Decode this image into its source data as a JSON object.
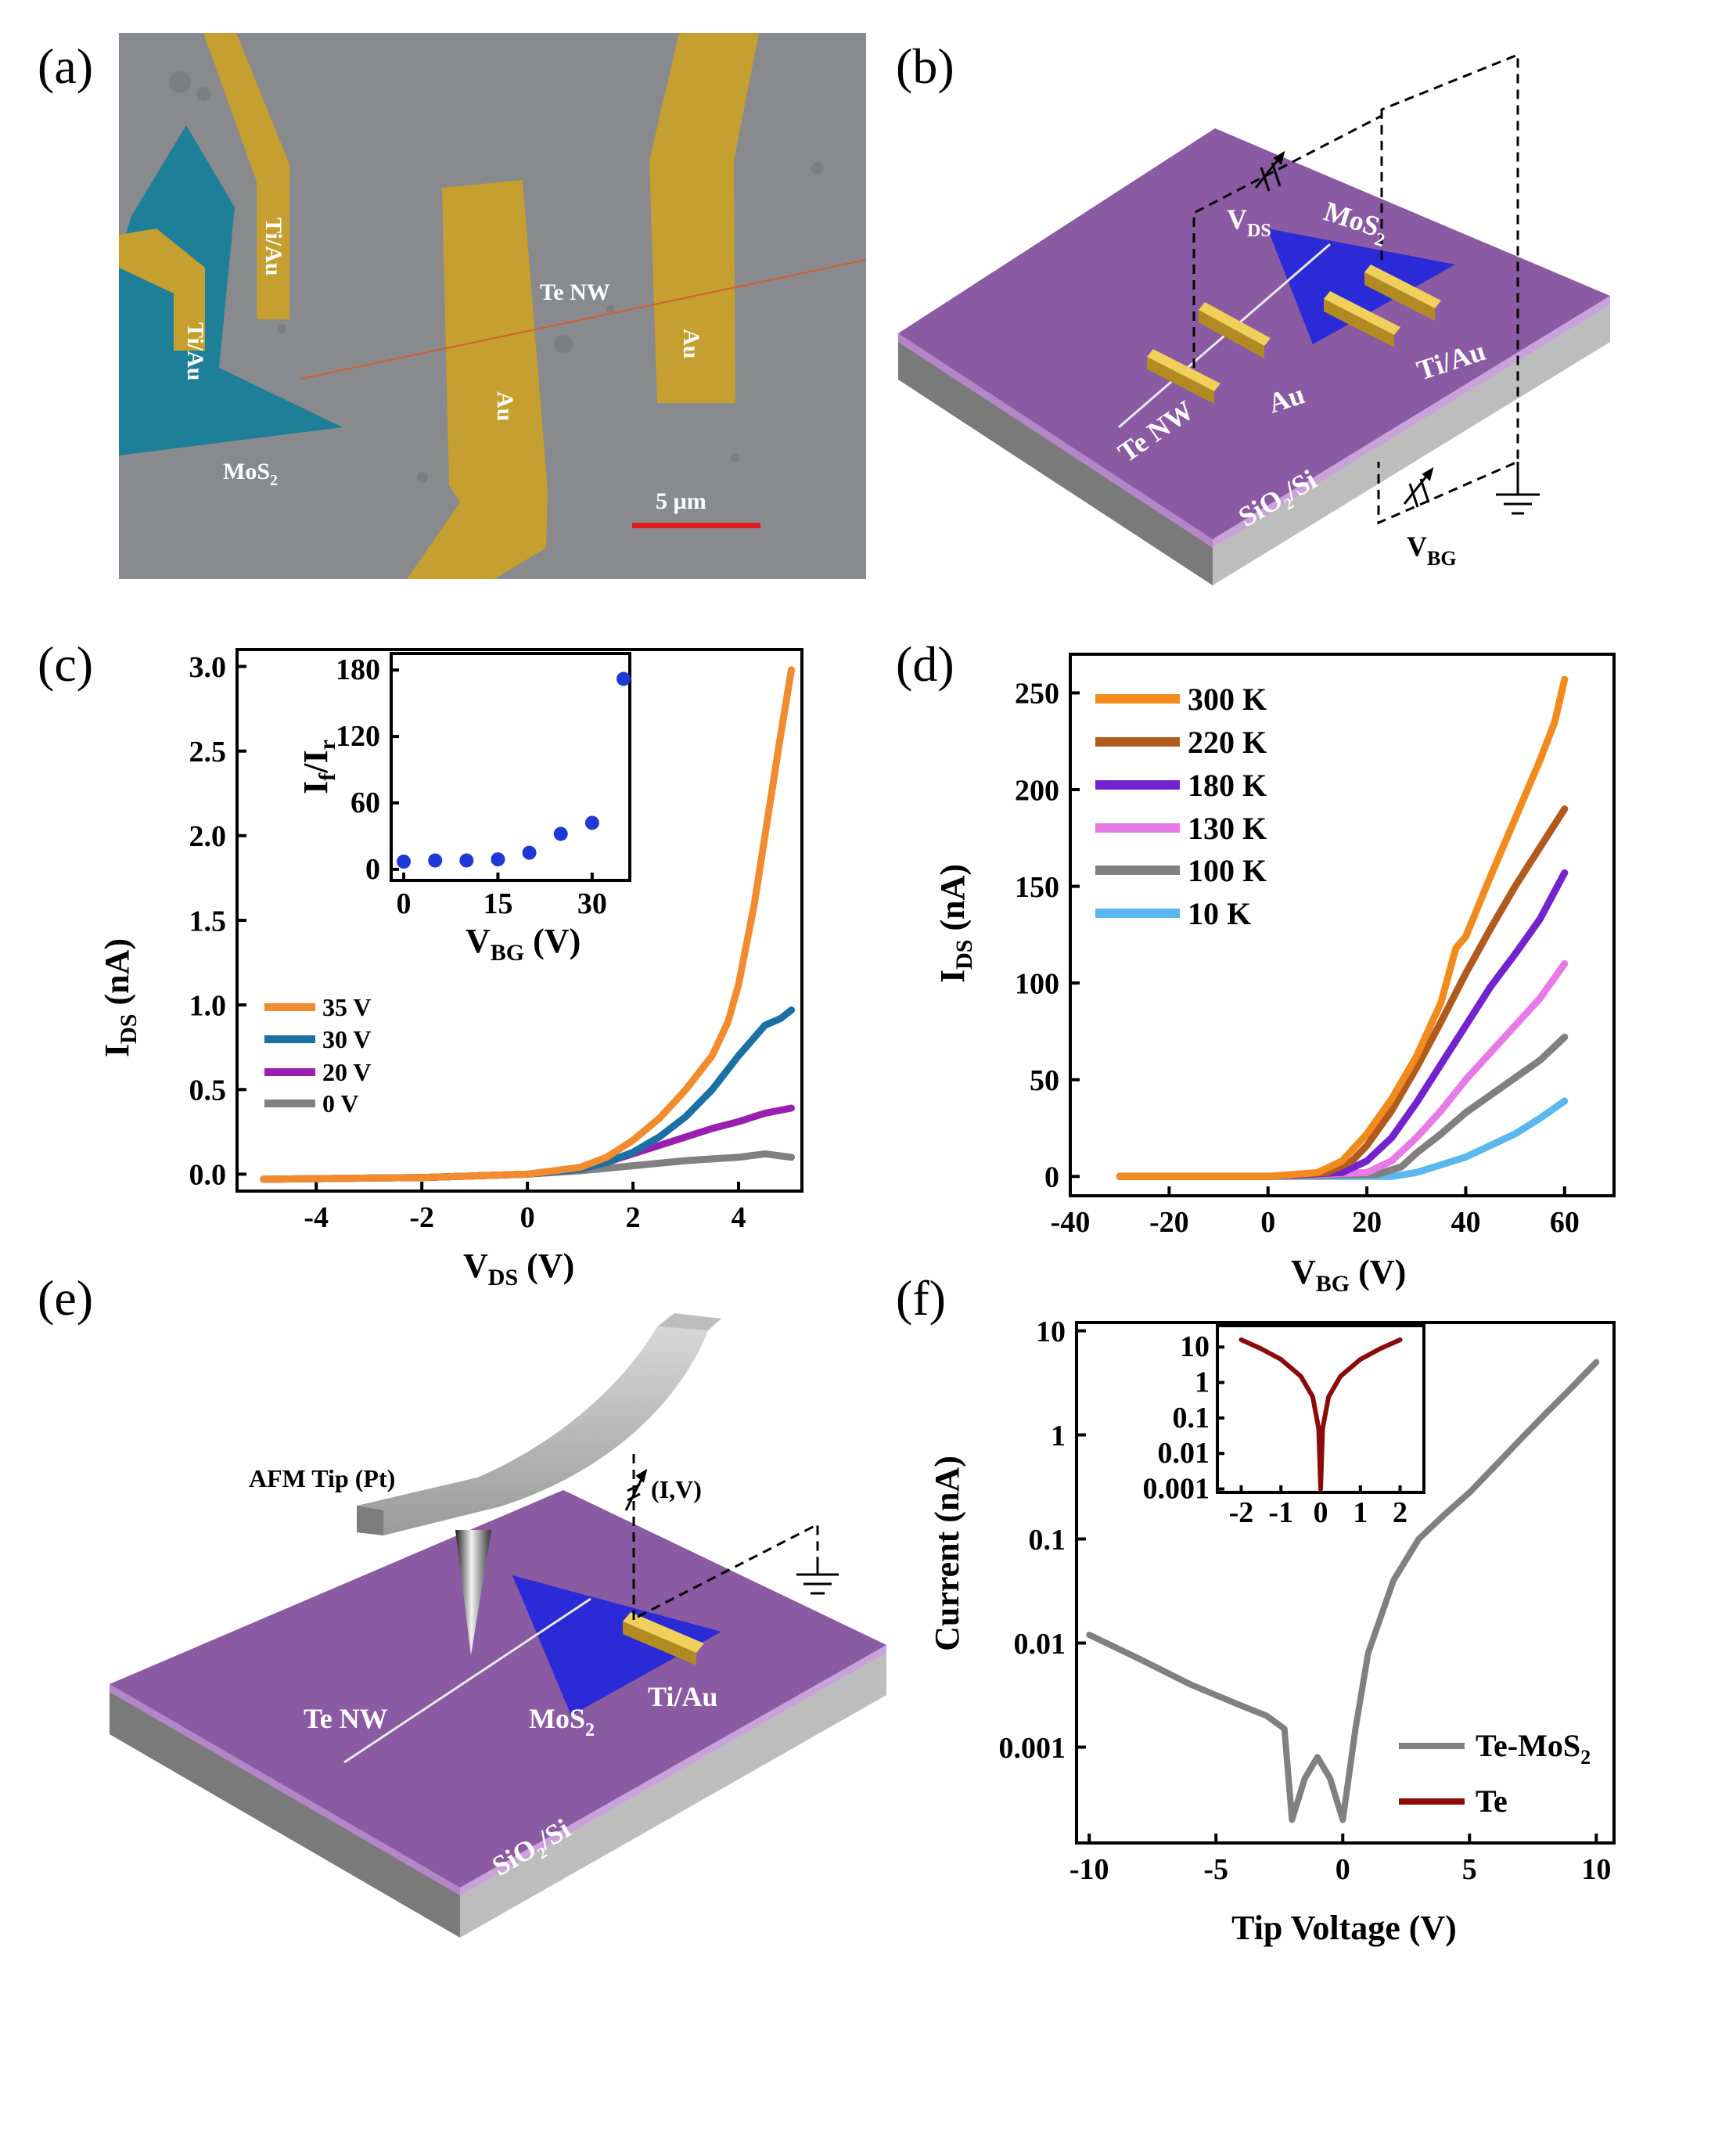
{
  "panels": {
    "a": {
      "label": "(a)",
      "labels": {
        "tiau1": "Ti/Au",
        "tiau2": "Ti/Au",
        "te_nw": "Te NW",
        "au1": "Au",
        "au2": "Au",
        "mos2": "MoS",
        "mos2_sub": "2",
        "scale": "5 µm"
      }
    },
    "b": {
      "label": "(b)",
      "labels": {
        "vds": "V",
        "vds_sub": "DS",
        "mos2": "MoS",
        "mos2_sub": "2",
        "te_nw": "Te NW",
        "au": "Au",
        "tiau": "Ti/Au",
        "substrate": "SiO",
        "substrate_sub": "2",
        "substrate_tail": "/Si",
        "vbg": "V",
        "vbg_sub": "BG"
      }
    },
    "c": {
      "label": "(c)",
      "xlabel_main": "V",
      "xlabel_sub": "DS",
      "xlabel_unit": " (V)",
      "ylabel_main": "I",
      "ylabel_sub": "DS",
      "ylabel_unit": " (nA)",
      "xticks": [
        "-4",
        "-2",
        "0",
        "2",
        "4"
      ],
      "yticks": [
        "0.0",
        "0.5",
        "1.0",
        "1.5",
        "2.0",
        "2.5",
        "3.0"
      ],
      "inset": {
        "xlabel_main": "V",
        "xlabel_sub": "BG",
        "xlabel_unit": "  (V)",
        "ylabel_main": "I",
        "ylabel_sub1": "f",
        "ylabel_mid": "/I",
        "ylabel_sub2": "r",
        "xticks": [
          "0",
          "15",
          "30"
        ],
        "yticks": [
          "0",
          "60",
          "120",
          "180"
        ]
      }
    },
    "d": {
      "label": "(d)",
      "xlabel_main": "V",
      "xlabel_sub": "BG",
      "xlabel_unit": " (V)",
      "ylabel_main": "I",
      "ylabel_sub": "DS",
      "ylabel_unit": " (nA)",
      "xticks": [
        "-40",
        "-20",
        "0",
        "20",
        "40",
        "60"
      ],
      "yticks": [
        "0",
        "50",
        "100",
        "150",
        "200",
        "250"
      ]
    },
    "e": {
      "label": "(e)",
      "labels": {
        "afm": "AFM Tip (Pt)",
        "iv": "(I,V)",
        "te_nw": "Te NW",
        "mos2": "MoS",
        "mos2_sub": "2",
        "tiau": "Ti/Au",
        "substrate": "SiO",
        "substrate_sub": "2",
        "substrate_tail": "/Si"
      }
    },
    "f": {
      "label": "(f)",
      "xlabel": "Tip Voltage (V)",
      "ylabel": "Current (nA)",
      "xticks": [
        "-10",
        "-5",
        "0",
        "5",
        "10"
      ],
      "yticks": [
        "10",
        "1",
        "0.1",
        "0.01",
        "0.001"
      ],
      "inset": {
        "xticks": [
          "-2",
          "-1",
          "0",
          "1",
          "2"
        ],
        "yticks": [
          "10",
          "1",
          "0.1",
          "0.01",
          "0.001"
        ]
      }
    }
  },
  "chart_data": [
    {
      "panel": "c",
      "type": "line",
      "xlim": [
        -5.5,
        5.2
      ],
      "ylim": [
        -0.1,
        3.1
      ],
      "series": [
        {
          "name": "35 V",
          "color": "#f28a2e",
          "x": [
            -5,
            -2,
            0,
            1,
            1.5,
            2,
            2.5,
            3,
            3.5,
            3.8,
            4,
            4.3,
            4.6,
            4.8,
            5
          ],
          "y": [
            -0.03,
            -0.02,
            0,
            0.04,
            0.1,
            0.2,
            0.33,
            0.5,
            0.7,
            0.9,
            1.12,
            1.6,
            2.2,
            2.6,
            2.98
          ]
        },
        {
          "name": "30 V",
          "color": "#1a6fa3",
          "x": [
            -5,
            -2,
            0,
            1,
            1.5,
            2,
            2.5,
            3,
            3.5,
            4,
            4.5,
            4.8,
            5
          ],
          "y": [
            -0.03,
            -0.02,
            0,
            0.03,
            0.07,
            0.13,
            0.22,
            0.34,
            0.5,
            0.7,
            0.88,
            0.92,
            0.97
          ]
        },
        {
          "name": "20 V",
          "color": "#9a1fb0",
          "x": [
            -5,
            -2,
            0,
            1,
            1.5,
            2,
            2.5,
            3,
            3.5,
            4,
            4.5,
            5
          ],
          "y": [
            -0.03,
            -0.02,
            0,
            0.03,
            0.07,
            0.12,
            0.17,
            0.22,
            0.27,
            0.31,
            0.36,
            0.39
          ]
        },
        {
          "name": "0 V",
          "color": "#808080",
          "x": [
            -5,
            -2,
            0,
            1,
            2,
            3,
            3.5,
            4,
            4.5,
            5
          ],
          "y": [
            -0.03,
            -0.02,
            0,
            0.02,
            0.05,
            0.08,
            0.09,
            0.1,
            0.12,
            0.1
          ]
        }
      ],
      "inset": {
        "type": "scatter",
        "xlim": [
          -2,
          36
        ],
        "ylim": [
          -10,
          195
        ],
        "color": "#1e3ad6",
        "x": [
          0,
          5,
          10,
          15,
          20,
          25,
          30,
          35
        ],
        "y": [
          7,
          8,
          8,
          9,
          15,
          32,
          42,
          172
        ]
      }
    },
    {
      "panel": "d",
      "type": "line",
      "xlim": [
        -40,
        70
      ],
      "ylim": [
        -10,
        270
      ],
      "series": [
        {
          "name": "300 K",
          "color": "#f28a1c",
          "x": [
            -30,
            0,
            10,
            15,
            20,
            25,
            30,
            35,
            38,
            40,
            45,
            50,
            55,
            58,
            60
          ],
          "y": [
            0,
            0,
            2,
            8,
            22,
            40,
            62,
            90,
            118,
            124,
            155,
            185,
            215,
            235,
            257
          ]
        },
        {
          "name": "220 K",
          "color": "#b05a1e",
          "x": [
            -30,
            0,
            12,
            17,
            20,
            25,
            30,
            35,
            40,
            45,
            50,
            55,
            60
          ],
          "y": [
            0,
            0,
            2,
            8,
            16,
            34,
            56,
            80,
            105,
            128,
            150,
            170,
            190
          ]
        },
        {
          "name": "180 K",
          "color": "#7322d0",
          "x": [
            -30,
            0,
            15,
            20,
            25,
            30,
            35,
            40,
            45,
            50,
            55,
            60
          ],
          "y": [
            0,
            0,
            2,
            8,
            20,
            38,
            58,
            78,
            98,
            115,
            133,
            157
          ]
        },
        {
          "name": "130 K",
          "color": "#e87ae6",
          "x": [
            -30,
            0,
            20,
            25,
            30,
            35,
            40,
            45,
            50,
            55,
            60
          ],
          "y": [
            0,
            0,
            2,
            8,
            20,
            34,
            50,
            64,
            78,
            92,
            110
          ]
        },
        {
          "name": "100 K",
          "color": "#808080",
          "x": [
            -30,
            0,
            22,
            27,
            30,
            35,
            40,
            45,
            50,
            55,
            60
          ],
          "y": [
            0,
            0,
            1,
            5,
            12,
            22,
            33,
            42,
            51,
            60,
            72
          ]
        },
        {
          "name": "10 K",
          "color": "#5ab8ee",
          "x": [
            -30,
            0,
            25,
            30,
            35,
            40,
            45,
            50,
            55,
            60
          ],
          "y": [
            0,
            0,
            0,
            2,
            6,
            10,
            16,
            22,
            30,
            39
          ]
        }
      ]
    },
    {
      "panel": "f",
      "type": "line",
      "yscale": "log",
      "xlim": [
        -10.5,
        10.7
      ],
      "ylim": [
        0.00012,
        12
      ],
      "series": [
        {
          "name": "Te-MoS2",
          "color": "#808080",
          "x": [
            -10,
            -8,
            -6,
            -4,
            -3,
            -2.3,
            -2,
            -1.5,
            -1,
            -0.5,
            0,
            0.5,
            1,
            2,
            3,
            4,
            5,
            6,
            7,
            8,
            9,
            10
          ],
          "y": [
            0.012,
            0.007,
            0.004,
            0.0025,
            0.002,
            0.0015,
            0.0002,
            0.0005,
            0.0008,
            0.0005,
            0.0002,
            0.0015,
            0.008,
            0.04,
            0.1,
            0.17,
            0.28,
            0.5,
            0.9,
            1.6,
            2.8,
            5
          ]
        },
        {
          "name": "Te",
          "color": "#8b0b0b",
          "x": [],
          "y": []
        }
      ],
      "inset": {
        "type": "line",
        "yscale": "log",
        "xlim": [
          -2.6,
          2.6
        ],
        "ylim": [
          0.0008,
          40
        ],
        "color": "#8b0b0b",
        "x": [
          -2,
          -1.5,
          -1,
          -0.5,
          -0.2,
          -0.05,
          0,
          0.05,
          0.2,
          0.5,
          1,
          1.5,
          2
        ],
        "y": [
          16,
          9,
          4.5,
          1.5,
          0.4,
          0.05,
          0.001,
          0.05,
          0.4,
          1.5,
          4.5,
          9,
          16
        ]
      }
    }
  ]
}
